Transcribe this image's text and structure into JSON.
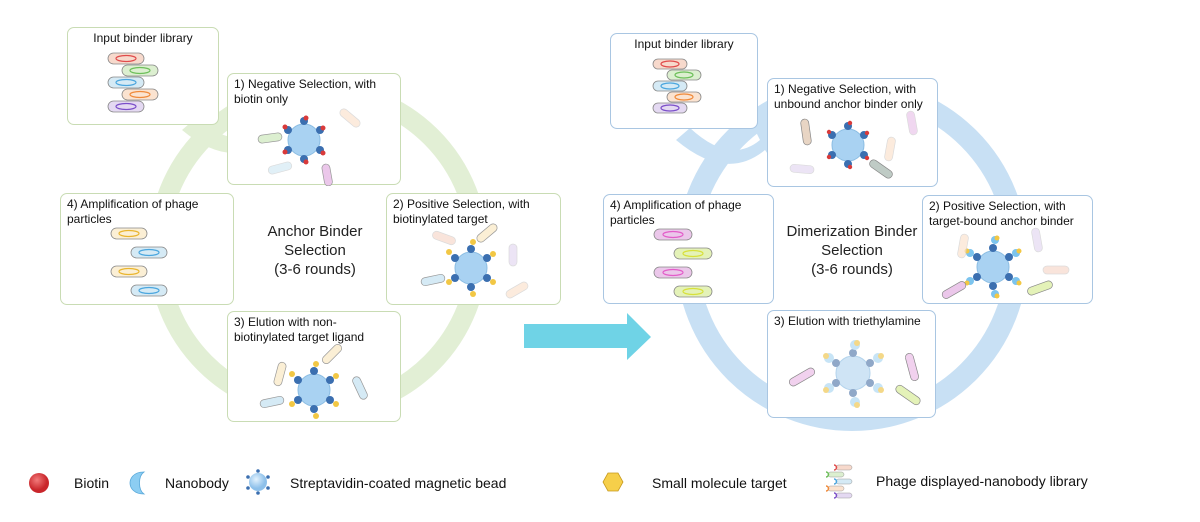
{
  "left_cycle": {
    "center_label_lines": [
      "Anchor Binder",
      "Selection",
      "(3-6 rounds)"
    ],
    "ring_color": "#E2EFD5",
    "boxes": {
      "input": {
        "title": "Input binder library"
      },
      "step1": {
        "title_lines": [
          "1) Negative Selection, with",
          "biotin only"
        ]
      },
      "step2": {
        "title_lines": [
          "2) Positive Selection, with",
          "biotinylated target"
        ]
      },
      "step3": {
        "title_lines": [
          "3) Elution with non-",
          "biotinylated target ligand"
        ]
      },
      "step4": {
        "title_lines": [
          "4) Amplification of phage",
          "particles"
        ]
      }
    }
  },
  "transition_arrow": {
    "color": "#6FD3E6"
  },
  "right_cycle": {
    "center_label_lines": [
      "Dimerization Binder",
      "Selection",
      "(3-6 rounds)"
    ],
    "ring_color": "#C8E0F4",
    "boxes": {
      "input": {
        "title": "Input binder library"
      },
      "step1": {
        "title_lines": [
          "1) Negative Selection, with",
          "unbound anchor binder only"
        ]
      },
      "step2": {
        "title_lines": [
          "2) Positive Selection, with",
          "target-bound anchor binder"
        ]
      },
      "step3": {
        "title_lines": [
          "3) Elution with triethylamine"
        ]
      },
      "step4": {
        "title_lines": [
          "4) Amplification of phage",
          "particles"
        ]
      }
    }
  },
  "legend": [
    {
      "icon": "biotin-icon",
      "label": "Biotin"
    },
    {
      "icon": "nanobody-icon",
      "label": "Nanobody"
    },
    {
      "icon": "magnetic-bead-icon",
      "label": "Streptavidin-coated magnetic bead"
    },
    {
      "icon": "small-molecule-target-icon",
      "label": "Small molecule target"
    },
    {
      "icon": "phage-library-icon",
      "label": "Phage displayed-nanobody library"
    }
  ],
  "colors": {
    "biotin": "#D93A3A",
    "nanobody": "#7CC4EE",
    "bead": "#A9D2F2",
    "target": "#F2C744",
    "streptavidin": "#3B6FB0"
  }
}
